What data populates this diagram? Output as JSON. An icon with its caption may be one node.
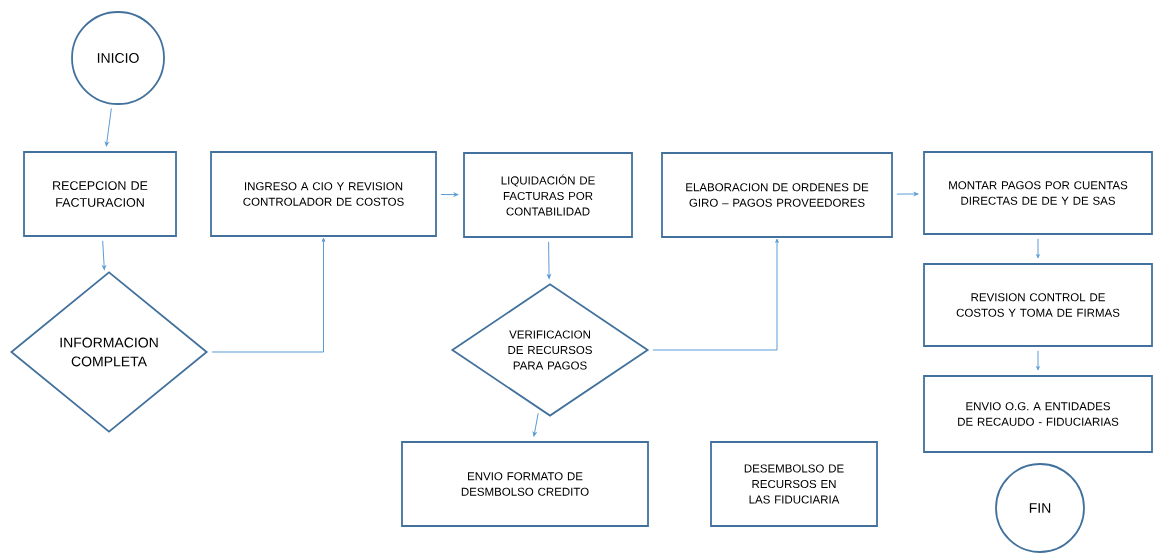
{
  "diagram": {
    "nodes": [
      {
        "text": [
          "INICIO"
        ]
      },
      {
        "text": [
          "RECEPCION DE FACTURACION"
        ]
      },
      {
        "text": [
          "INFORMACION COMPLETA"
        ]
      },
      {
        "text": [
          "INGRESO A CIO Y REVISION CONTROLADOR DE COSTOS"
        ]
      },
      {
        "text": [
          "LIQUIDACIÓN DE FACTURAS POR CONTABILIDAD"
        ]
      },
      {
        "text": [
          "VERIFICACION DE RECURSOS PARA PAGOS"
        ]
      },
      {
        "text": [
          "ENVIO FORMATO DE DESMBOLSO CREDITO"
        ]
      },
      {
        "text": [
          "ELABORACION DE ORDENES DE GIRO – PAGOS PROVEEDORES"
        ]
      },
      {
        "text": [
          "DESEMBOLSO DE RECURSOS EN LAS FIDUCIARIA"
        ]
      },
      {
        "text": [
          "MONTAR PAGOS POR CUENTAS DIRECTAS DE DE Y DE SAS"
        ]
      },
      {
        "text": [
          "REVISION CONTROL DE COSTOS Y TOMA DE FIRMAS"
        ]
      },
      {
        "text": [
          "ENVIO O.G. A ENTIDADES DE RECAUDO - FIDUCIARIAS"
        ]
      },
      {
        "text": [
          "FIN"
        ]
      }
    ],
    "edges": [
      {
        "from": 0,
        "to": 1,
        "arrow": "to"
      },
      {
        "from": 1,
        "to": 2,
        "arrow": "to"
      },
      {
        "from": 2,
        "to": 3,
        "arrow": "to"
      },
      {
        "from": 3,
        "to": 4,
        "arrow": "to"
      },
      {
        "from": 4,
        "to": 5,
        "arrow": "to"
      },
      {
        "from": 5,
        "to": 6,
        "arrow": "to"
      },
      {
        "from": 5,
        "to": 7,
        "arrow": "to"
      },
      {
        "from": 7,
        "to": 9,
        "arrow": "to"
      },
      {
        "from": 9,
        "to": 10,
        "arrow": "to"
      },
      {
        "from": 10,
        "to": 11,
        "arrow": "to"
      }
    ]
  }
}
